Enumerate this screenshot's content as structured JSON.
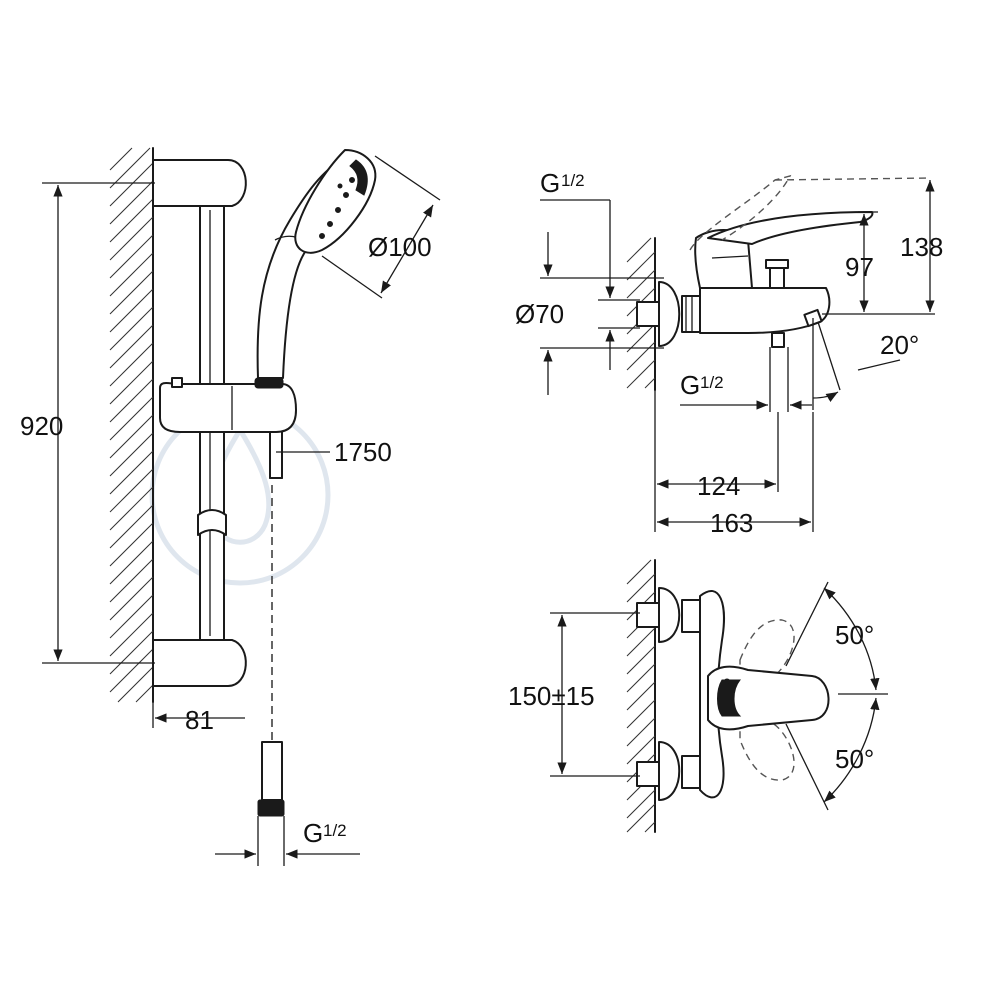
{
  "left_view": {
    "rail_length": "920",
    "head_diameter": "Ø100",
    "hose_length": "1750",
    "wall_distance": "81",
    "hose_thread": "G",
    "hose_thread_fraction": "1/2"
  },
  "top_right_view": {
    "inlet_thread": "G",
    "inlet_thread_fraction": "1/2",
    "escutcheon_diameter": "Ø70",
    "spout_thread": "G",
    "spout_thread_fraction": "1/2",
    "angle": "20°",
    "height_to_spout": "97",
    "height_overall": "138",
    "spout_reach": "124",
    "overall_depth": "163"
  },
  "bottom_right_view": {
    "centres": "150±15",
    "angle_up": "50°",
    "angle_down": "50°"
  }
}
